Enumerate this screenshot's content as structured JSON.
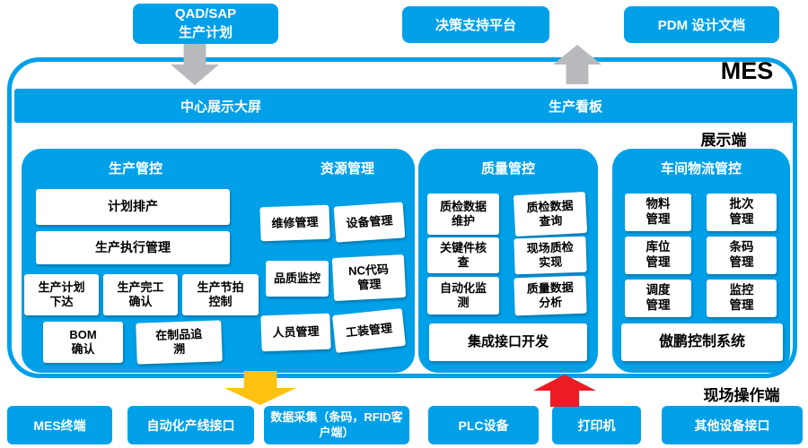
{
  "mes_label": "MES",
  "external": {
    "qad": {
      "line1": "QAD/SAP",
      "line2": "生产计划"
    },
    "dss": "决策支持平台",
    "pdm": "PDM 设计文档"
  },
  "header": {
    "left": "中心展示大屏",
    "right": "生产看板"
  },
  "side_labels": {
    "display": "展示端",
    "operation": "现场操作端"
  },
  "production": {
    "title": "生产管控",
    "plan": "计划排产",
    "exec": "生产执行管理",
    "row3": [
      "生产计划下达",
      "生产完工确认",
      "生产节拍控制"
    ],
    "row4": [
      "BOM确认",
      "在制品追溯"
    ]
  },
  "resource": {
    "title": "资源管理",
    "boxes": [
      "维修管理",
      "设备管理",
      "品质监控",
      "NC代码管理",
      "人员管理",
      "工装管理"
    ]
  },
  "quality": {
    "title": "质量管控",
    "boxes": [
      "质检数据维护",
      "质检数据查询",
      "关键件核查",
      "现场质检实现",
      "自动化监测",
      "质量数据分析"
    ],
    "footer": "集成接口开发"
  },
  "logistics": {
    "title": "车间物流管控",
    "boxes": [
      "物料管理",
      "批次管理",
      "库位管理",
      "条码管理",
      "调度管理",
      "监控管理"
    ],
    "footer": "傲鹏控制系统"
  },
  "devices": [
    "MES终端",
    "自动化产线接口",
    "数据采集（条码，RFID客户端）",
    "PLC设备",
    "打印机",
    "其他设备接口"
  ],
  "colors": {
    "blue": "#00a0e9",
    "gray": "#b7b9bc",
    "yellow": "#ffc211",
    "red": "#ec1c24"
  }
}
